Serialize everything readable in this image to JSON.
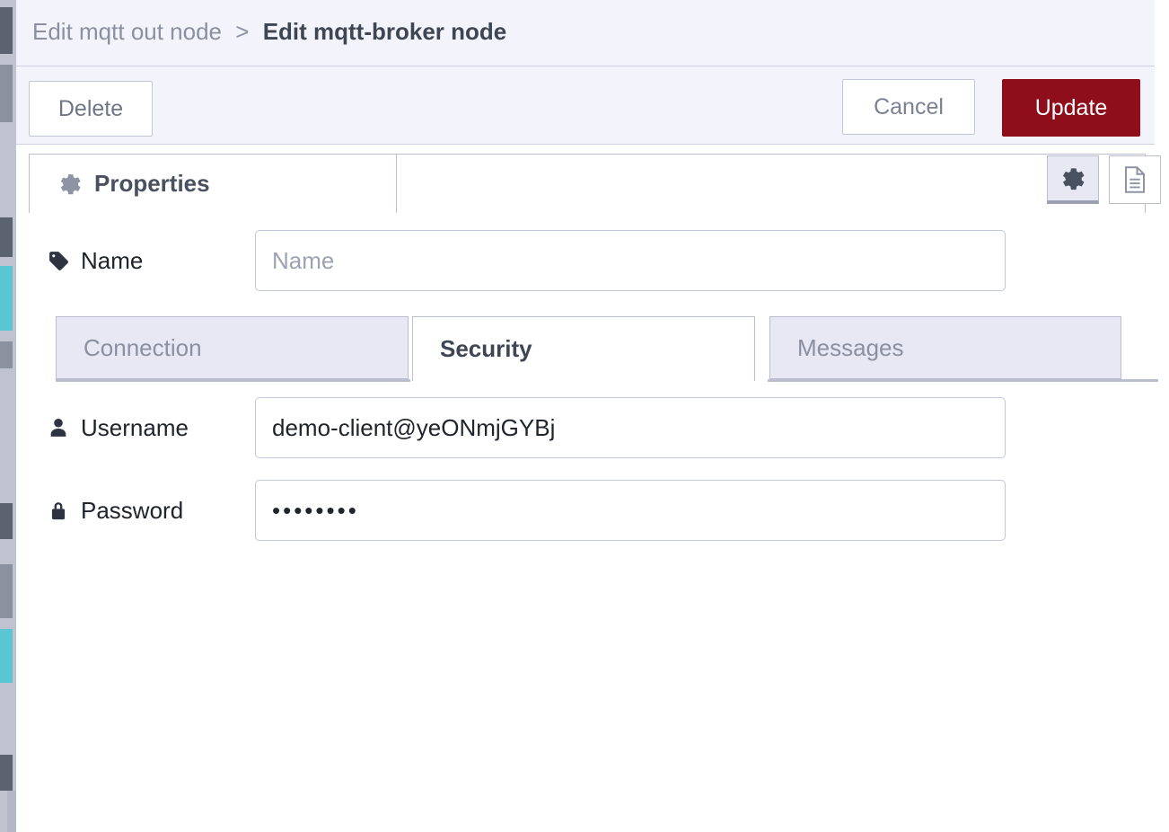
{
  "window": {
    "breadcrumb": {
      "parent": "Edit mqtt out node",
      "separator": ">",
      "current": "Edit mqtt-broker node"
    }
  },
  "toolbar": {
    "delete_label": "Delete",
    "cancel_label": "Cancel",
    "update_label": "Update",
    "update_color": "#8f0e1c"
  },
  "tabstrip": {
    "properties_label": "Properties",
    "properties_icon": "gear-icon",
    "icon_buttons": [
      {
        "name": "gear-icon",
        "active": true
      },
      {
        "name": "description-icon",
        "active": false
      }
    ]
  },
  "form": {
    "name": {
      "label": "Name",
      "icon": "tag-icon",
      "value": "",
      "placeholder": "Name"
    },
    "inner_tabs": [
      {
        "label": "Connection",
        "active": false
      },
      {
        "label": "Security",
        "active": true
      },
      {
        "label": "Messages",
        "active": false
      }
    ],
    "username": {
      "label": "Username",
      "icon": "user-icon",
      "value": "demo-client@yeONmjGYBj",
      "placeholder": ""
    },
    "password": {
      "label": "Password",
      "icon": "lock-icon",
      "value": "••••••••",
      "placeholder": ""
    }
  }
}
